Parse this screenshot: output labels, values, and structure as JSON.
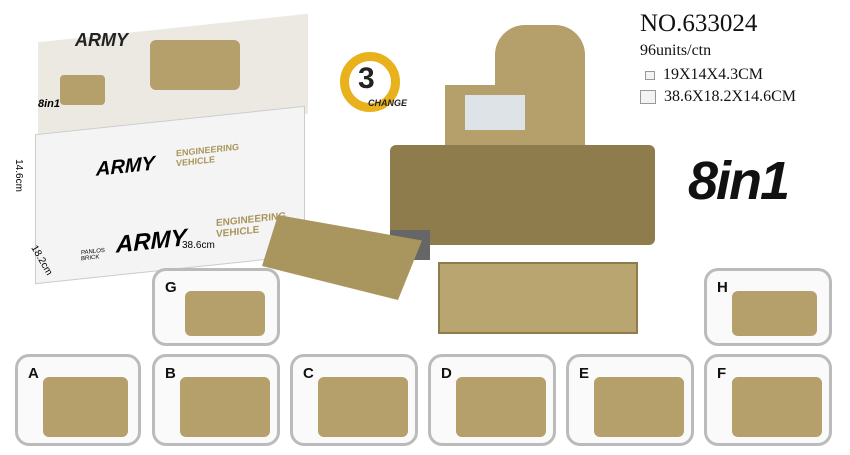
{
  "product": {
    "number": "NO.633024",
    "units_per_carton": "96units/ctn",
    "box_size": "19X14X4.3CM",
    "carton_size": "38.6X18.2X14.6CM",
    "headline": "8in1"
  },
  "display_box": {
    "brand": "ARMY",
    "subtitle": "ENGINEERING VEHICLE",
    "badge": "8in1",
    "maker": "PANLOS BRICK",
    "height_label": "14.6cm",
    "depth_label": "18.2cm",
    "width_label": "38.6cm"
  },
  "change_badge": {
    "number": "3",
    "text": "CHANGE",
    "color": "#e8b21c"
  },
  "variants": [
    {
      "label": "A"
    },
    {
      "label": "B"
    },
    {
      "label": "C"
    },
    {
      "label": "D"
    },
    {
      "label": "E"
    },
    {
      "label": "F"
    },
    {
      "label": "G"
    },
    {
      "label": "H"
    }
  ],
  "colors": {
    "tan": "#b59f6b",
    "frame": "#bbbbbb"
  }
}
